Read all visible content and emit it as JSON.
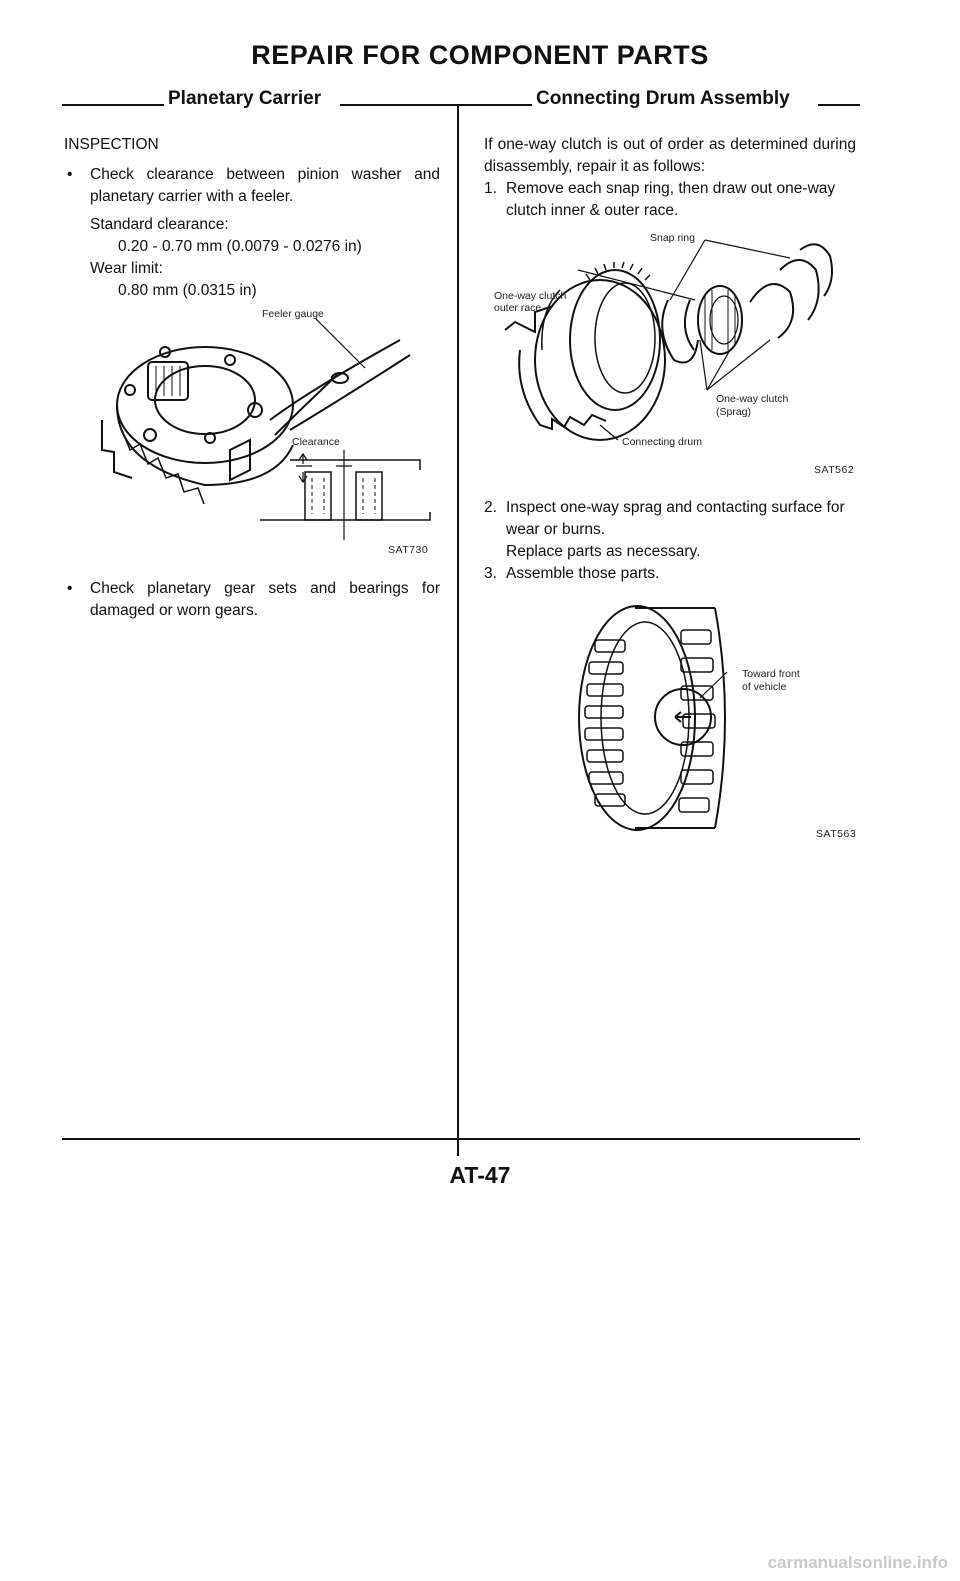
{
  "page": {
    "title": "REPAIR FOR COMPONENT PARTS",
    "page_number": "AT-47",
    "watermark": "carmanualsonline.info"
  },
  "left": {
    "header": "Planetary Carrier",
    "section": "INSPECTION",
    "bullet_mark": "•",
    "bullet1": "Check clearance between pinion washer and planetary carrier with a feeler.",
    "std_label": "Standard clearance:",
    "std_value": "0.20 - 0.70 mm (0.0079 - 0.0276 in)",
    "wear_label": "Wear limit:",
    "wear_value": "0.80 mm (0.0315 in)",
    "fig_labels": {
      "feeler": "Feeler gauge",
      "clearance": "Clearance"
    },
    "fig_code": "SAT730",
    "bullet2": "Check planetary gear sets and bearings for damaged or worn gears."
  },
  "right": {
    "header": "Connecting Drum Assembly",
    "intro": "If one-way clutch is out of order as determined during disassembly, repair it as follows:",
    "step1_num": "1.",
    "step1": "Remove each snap ring, then draw out one-way clutch inner & outer race.",
    "fig1_labels": {
      "snap_ring": "Snap ring",
      "outer_race_1": "One-way clutch",
      "outer_race_2": "outer race",
      "sprag_1": "One-way clutch",
      "sprag_2": "(Sprag)",
      "drum": "Connecting drum"
    },
    "fig1_code": "SAT562",
    "step2_num": "2.",
    "step2": "Inspect one-way sprag and contacting surface for wear or burns.",
    "step2b": "Replace parts as necessary.",
    "step3_num": "3.",
    "step3": "Assemble those parts.",
    "fig2_labels": {
      "toward_1": "Toward front",
      "toward_2": "of vehicle"
    },
    "fig2_code": "SAT563"
  }
}
